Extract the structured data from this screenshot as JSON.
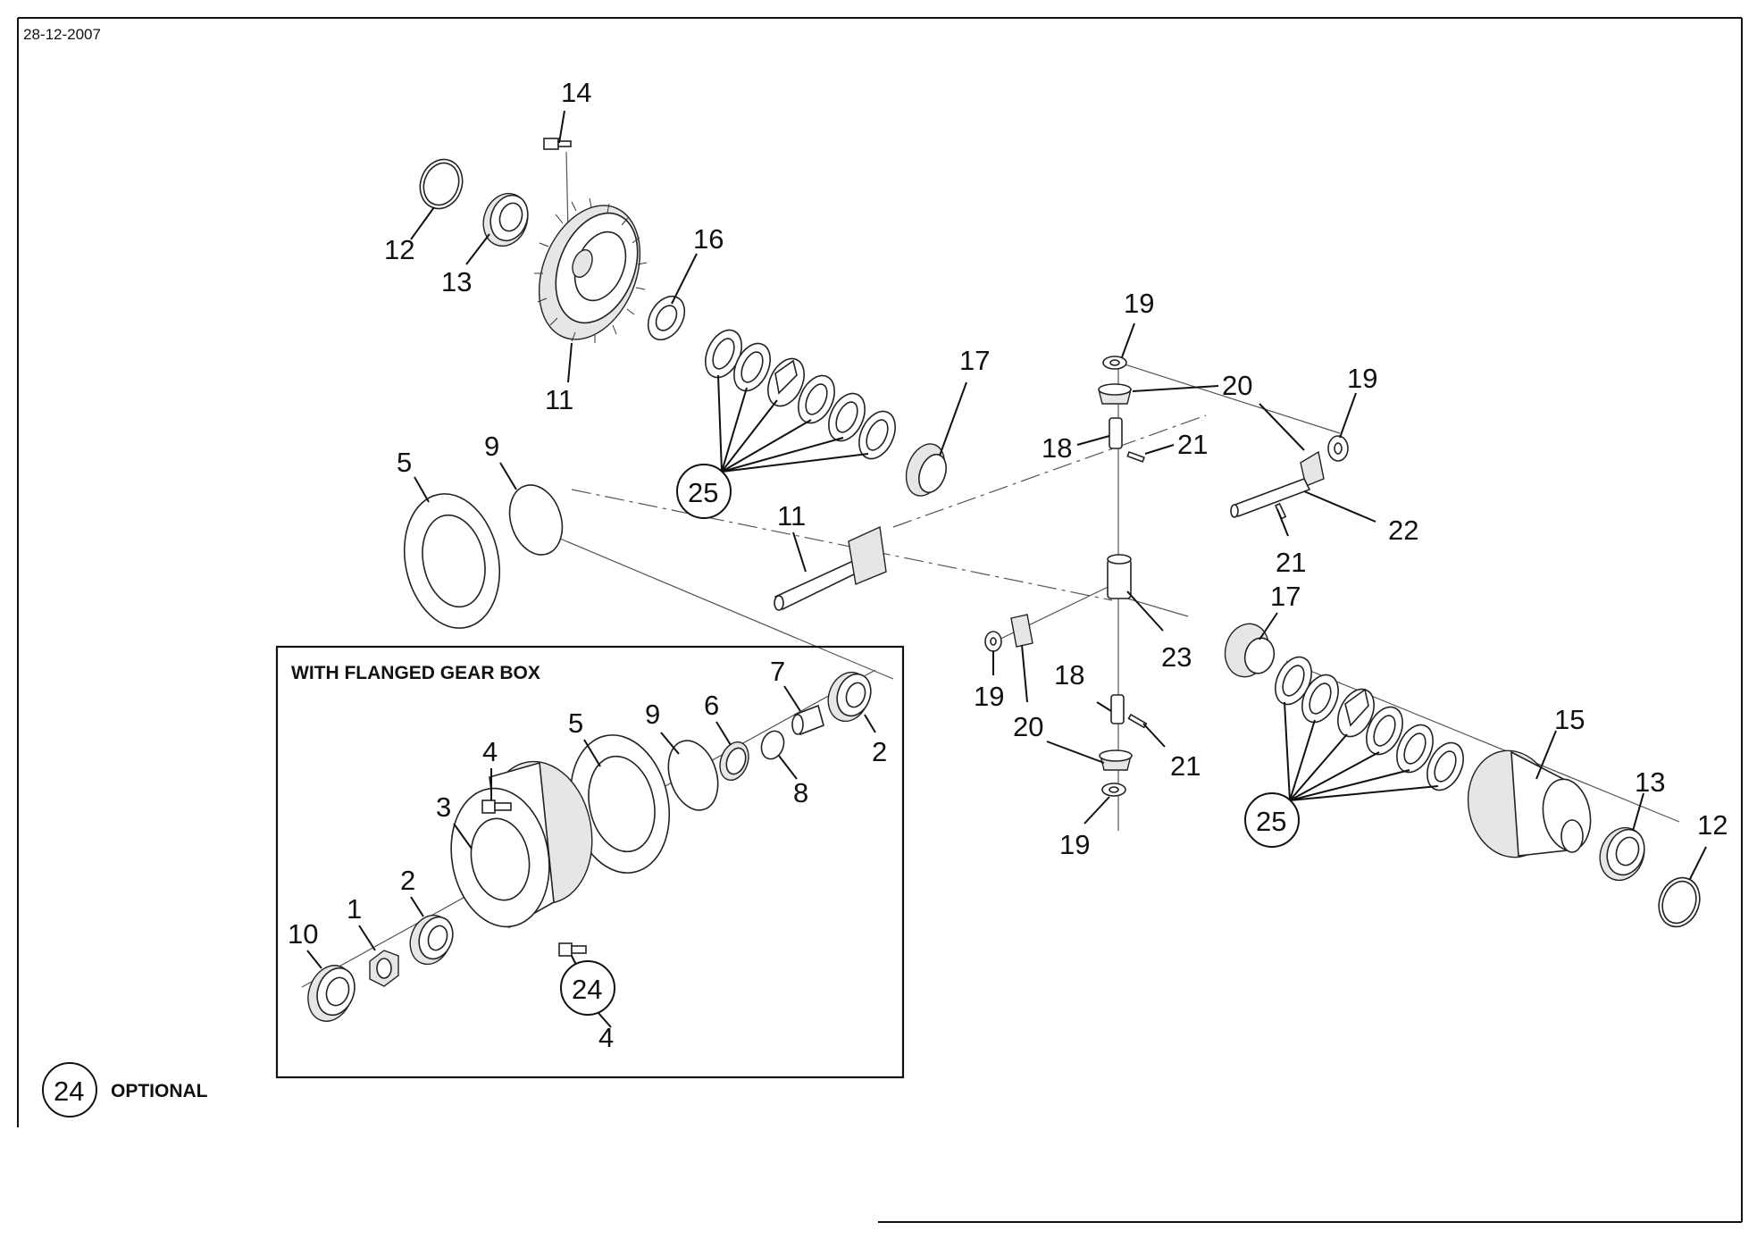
{
  "header": {
    "date": "28-12-2007"
  },
  "inset": {
    "title": "WITH FLANGED GEAR BOX"
  },
  "legend": {
    "symbol": "24",
    "label": "OPTIONAL"
  },
  "callouts": {
    "c14": "14",
    "c12a": "12",
    "c13a": "13",
    "c16": "16",
    "c11a": "11",
    "c19a": "19",
    "c20a": "20",
    "c19b": "19",
    "c17a": "17",
    "c18a": "18",
    "c21a": "21",
    "c22": "22",
    "c21b": "21",
    "c25a": "25",
    "c5a": "5",
    "c9a": "9",
    "c11b": "11",
    "c17b": "17",
    "c23": "23",
    "c19c": "19",
    "c20b": "20",
    "c18b": "18",
    "c21c": "21",
    "c19d": "19",
    "c15": "15",
    "c13b": "13",
    "c12b": "12",
    "c25b": "25",
    "c7": "7",
    "c6": "6",
    "c9b": "9",
    "c5b": "5",
    "c2a": "2",
    "c8": "8",
    "c4a": "4",
    "c3": "3",
    "c2b": "2",
    "c1": "1",
    "c10": "10",
    "c24": "24",
    "c4b": "4"
  }
}
